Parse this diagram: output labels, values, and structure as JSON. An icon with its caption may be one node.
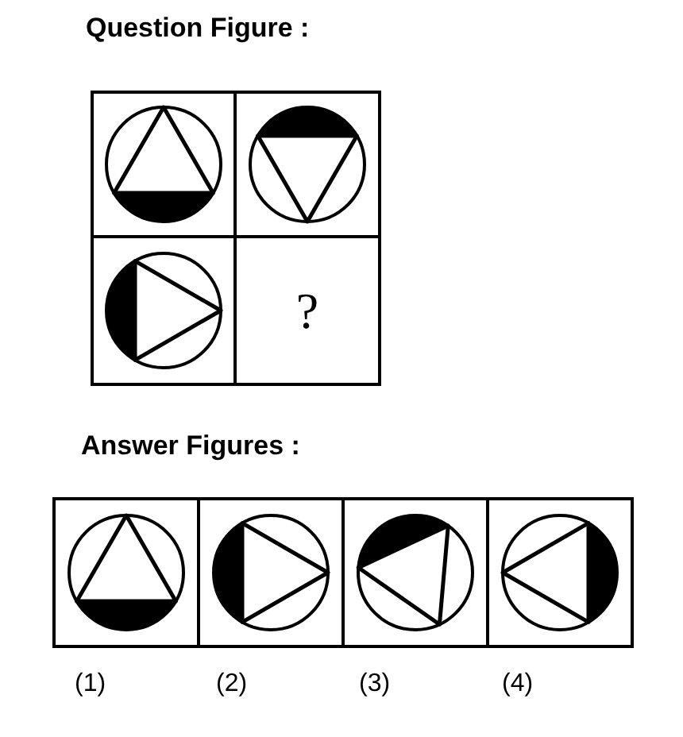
{
  "diagram": {
    "nodes": [
      {
        "text": [],
        "shape": "picture"
      },
      {
        "text": [],
        "shape": "picture"
      },
      {
        "text": [],
        "shape": "picture"
      },
      {
        "text": [
          "?"
        ]
      },
      {
        "text": [],
        "shape": "picture"
      },
      {
        "text": [],
        "shape": "picture"
      },
      {
        "text": [],
        "shape": "picture"
      },
      {
        "text": [],
        "shape": "picture"
      }
    ],
    "labels": [
      "Question Figure :",
      "Answer Figures :",
      "(1)",
      "(2)",
      "(3)",
      "(4)"
    ]
  }
}
